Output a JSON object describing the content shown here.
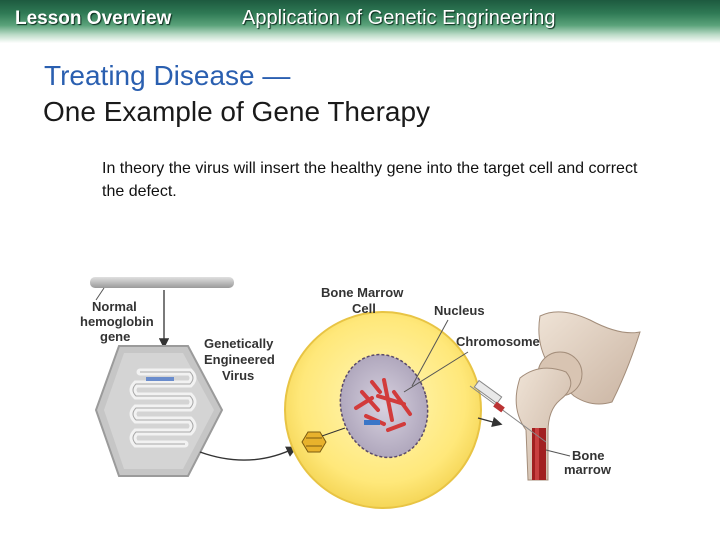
{
  "header": {
    "section": "Lesson Overview",
    "topic": "Application of Genetic Engrineering"
  },
  "slide": {
    "title": "Treating Disease —",
    "subtitle": "One Example of Gene Therapy",
    "body": "In theory the virus will insert the healthy gene into the target cell and correct the defect."
  },
  "figure": {
    "labels": {
      "gene_1": "Normal",
      "gene_2": "hemoglobin",
      "gene_3": "gene",
      "virus_1": "Genetically",
      "virus_2": "Engineered",
      "virus_3": "Virus",
      "cell_1": "Bone Marrow",
      "cell_2": "Cell",
      "nucleus": "Nucleus",
      "chromosomes": "Chromosomes",
      "marrow_1": "Bone",
      "marrow_2": "marrow"
    }
  }
}
